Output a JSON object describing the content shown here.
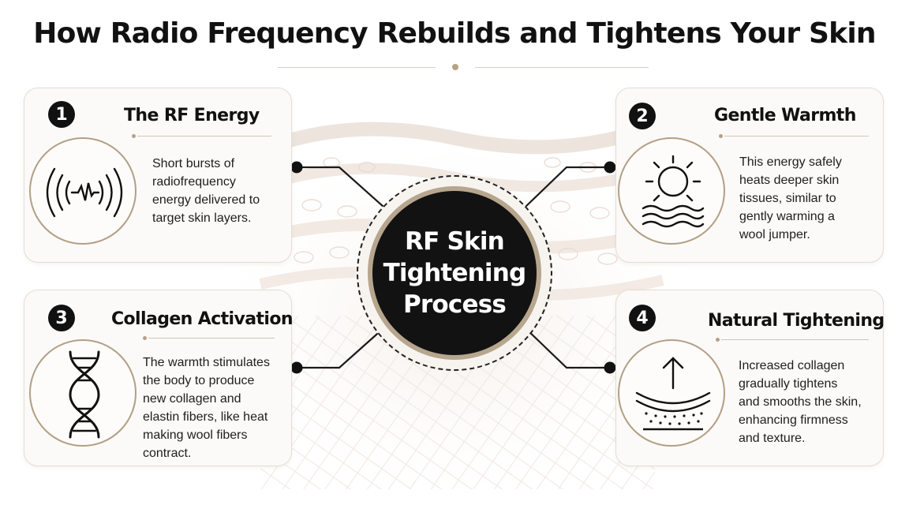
{
  "title": "How Radio Frequency Rebuilds and Tightens Your Skin",
  "center": {
    "lines": [
      "RF Skin",
      "Tightening",
      "Process"
    ]
  },
  "steps": [
    {
      "number": "1",
      "title": "The RF Energy",
      "icon": "radio-wave-icon",
      "lines": [
        "Short bursts of",
        "radiofrequency",
        "energy delivered to",
        "target skin layers."
      ]
    },
    {
      "number": "2",
      "title": "Gentle Warmth",
      "icon": "sun-warmth-icon",
      "lines": [
        "This energy safely",
        "heats deeper skin",
        "tissues, similar to",
        "gently warming a",
        "wool jumper."
      ]
    },
    {
      "number": "3",
      "title": "Collagen Activation",
      "icon": "dna-helix-icon",
      "lines": [
        "The warmth stimulates",
        "the body to produce",
        "new collagen and",
        "elastin fibers, like heat",
        "making wool fibers",
        "contract."
      ]
    },
    {
      "number": "4",
      "title": "Natural Tightening",
      "icon": "skin-lift-arrow-icon",
      "lines": [
        "Increased collagen",
        "gradually tightens",
        "and smooths the skin,",
        "enhancing firmness",
        "and texture."
      ]
    }
  ],
  "colors": {
    "accent": "#b39f86",
    "dark": "#121212",
    "card": "#fbfaf8",
    "border": "#e3ddd4"
  }
}
